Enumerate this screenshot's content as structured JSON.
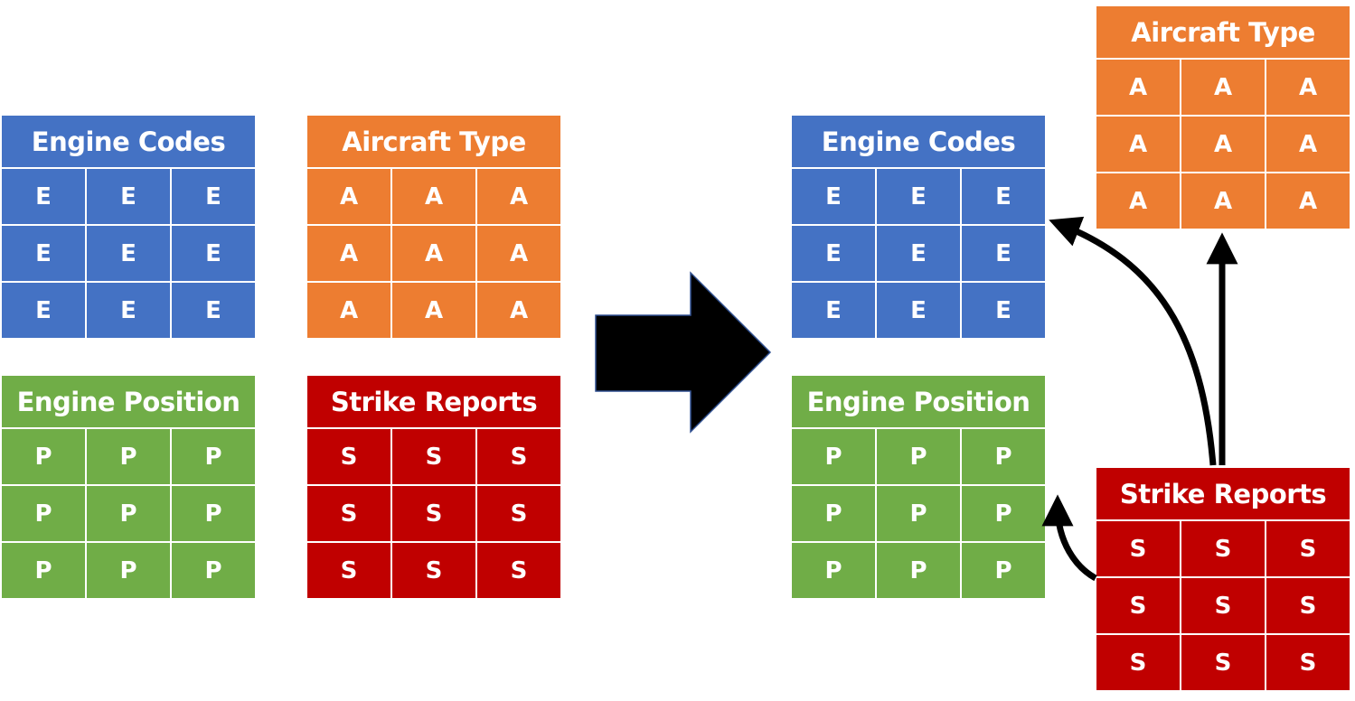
{
  "tables": {
    "engine_codes": {
      "title": "Engine Codes",
      "cell": "E"
    },
    "aircraft_type": {
      "title": "Aircraft Type",
      "cell": "A"
    },
    "engine_position": {
      "title": "Engine Position",
      "cell": "P"
    },
    "strike_reports": {
      "title": "Strike Reports",
      "cell": "S"
    }
  },
  "colors": {
    "engine_codes": "#4472c4",
    "aircraft_type": "#ed7d31",
    "engine_position": "#70ad47",
    "strike_reports": "#c00000",
    "arrows": "#000000"
  }
}
